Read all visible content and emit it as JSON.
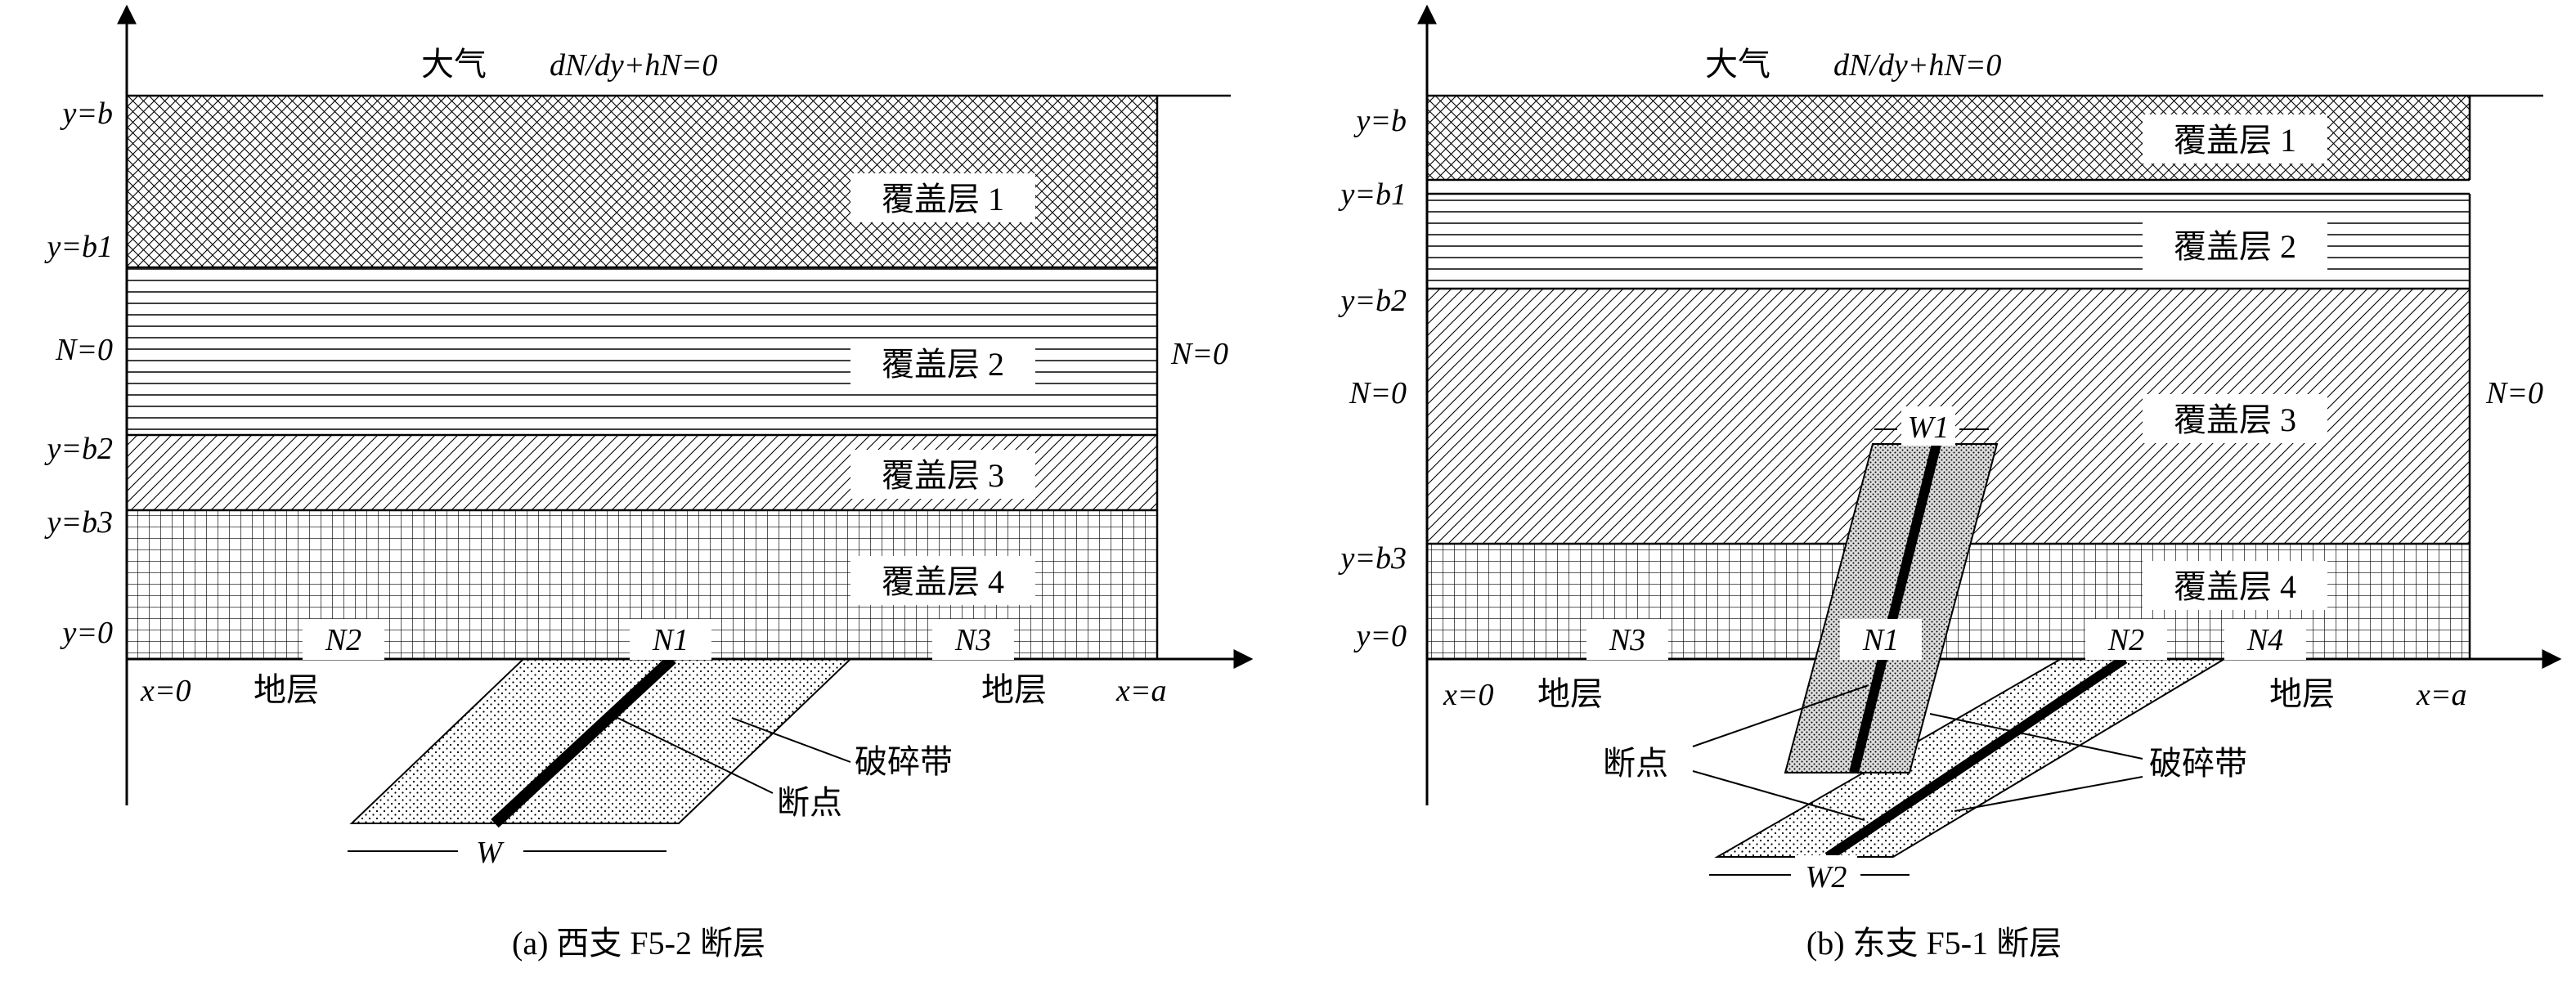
{
  "panel_a": {
    "top_label": "大气",
    "top_bc": "dN/dy+hN=0",
    "left_bc": "N=0",
    "right_bc": "N=0",
    "y_labels": [
      "y=b",
      "y=b1",
      "y=b2",
      "y=b3",
      "y=0"
    ],
    "layers": [
      "覆盖层 1",
      "覆盖层 2",
      "覆盖层 3",
      "覆盖层 4"
    ],
    "nodes": [
      "N2",
      "N1",
      "N3"
    ],
    "x_left": "x=0",
    "x_right": "x=a",
    "stratum_left": "地层",
    "stratum_right": "地层",
    "fracture_zone": "破碎带",
    "break_point": "断点",
    "width": "W",
    "caption": "(a) 西支 F5-2 断层"
  },
  "panel_b": {
    "top_label": "大气",
    "top_bc": "dN/dy+hN=0",
    "left_bc": "N=0",
    "right_bc": "N=0",
    "y_labels": [
      "y=b",
      "y=b1",
      "y=b2",
      "y=b3",
      "y=0"
    ],
    "layers": [
      "覆盖层 1",
      "覆盖层 2",
      "覆盖层 3",
      "覆盖层 4"
    ],
    "nodes": [
      "N3",
      "N1",
      "N2",
      "N4"
    ],
    "x_left": "x=0",
    "x_right": "x=a",
    "stratum_left": "地层",
    "stratum_right": "地层",
    "fracture_zone": "破碎带",
    "break_point": "断点",
    "width1": "W1",
    "width2": "W2",
    "caption": "(b) 东支 F5-1 断层"
  }
}
